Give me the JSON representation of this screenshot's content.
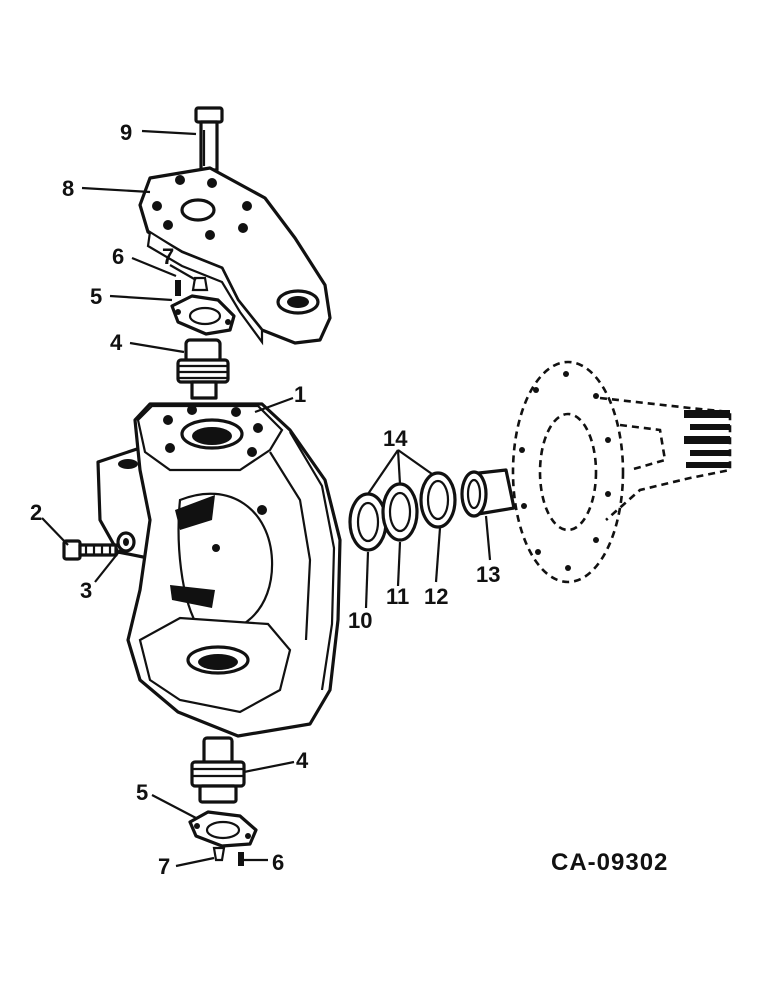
{
  "drawing_code": "CA-09302",
  "callouts": {
    "c1": "1",
    "c2": "2",
    "c3": "3",
    "c4_top": "4",
    "c4_bottom": "4",
    "c5_top": "5",
    "c5_bottom": "5",
    "c6_top": "6",
    "c6_bottom": "6",
    "c7_top": "7",
    "c7_bottom": "7",
    "c8": "8",
    "c9": "9",
    "c10": "10",
    "c11": "11",
    "c12": "12",
    "c13": "13",
    "c14": "14"
  }
}
